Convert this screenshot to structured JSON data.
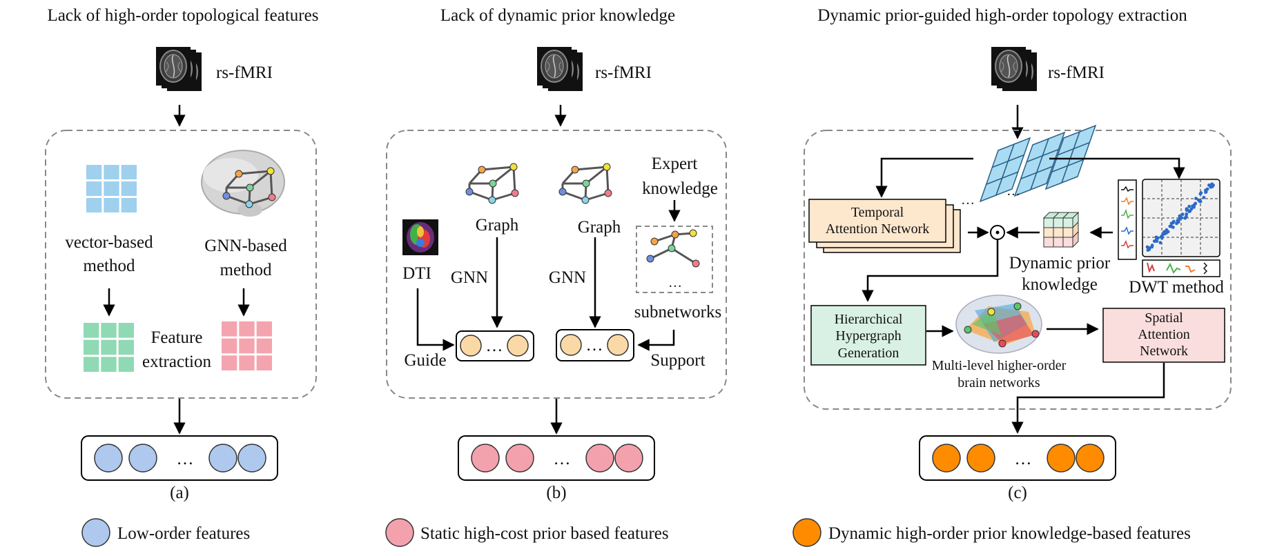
{
  "panels": {
    "a": {
      "title": "Lack of high-order topological features",
      "input_label": "rs-fMRI",
      "vector_label_1": "vector-based",
      "vector_label_2": "method",
      "gnn_label_1": "GNN-based",
      "gnn_label_2": "method",
      "feature_label_1": "Feature",
      "feature_label_2": "extraction",
      "caption": "(a)"
    },
    "b": {
      "title": "Lack of dynamic prior knowledge",
      "input_label": "rs-fMRI",
      "graph_label_left": "Graph",
      "graph_label_right": "Graph",
      "expert_label_1": "Expert",
      "expert_label_2": "knowledge",
      "dti_label": "DTI",
      "gnn_label_left": "GNN",
      "gnn_label_right": "GNN",
      "subnetworks_label": "subnetworks",
      "guide_label": "Guide",
      "support_label": "Support",
      "ellipsis": "…",
      "caption": "(b)"
    },
    "c": {
      "title": "Dynamic prior-guided high-order topology extraction",
      "input_label": "rs-fMRI",
      "temporal_label_1": "Temporal",
      "temporal_label_2": "Attention Network",
      "dynamic_prior_1": "Dynamic prior",
      "dynamic_prior_2": "knowledge",
      "dwt_label": "DWT method",
      "hier_label_1": "Hierarchical",
      "hier_label_2": "Hypergraph",
      "hier_label_3": "Generation",
      "multi_label_1": "Multi-level higher-order",
      "multi_label_2": "brain networks",
      "spatial_label_1": "Spatial",
      "spatial_label_2": "Attention",
      "spatial_label_3": "Network",
      "caption": "(c)"
    }
  },
  "legend": [
    {
      "label": "Low-order features",
      "color": "#aec8ee"
    },
    {
      "label": "Static high-cost prior based features",
      "color": "#f3a1ad"
    },
    {
      "label": "Dynamic high-order prior knowledge-based features",
      "color": "#ff8c00"
    }
  ],
  "colors": {
    "vector_matrix": "#9fd0ee",
    "feature_green": "#8fd9b4",
    "feature_pink": "#f4a4ae",
    "node_beige": "#fbd9a6",
    "temporal_box": "#fde7cd",
    "hypergraph_box": "#d8f1e4",
    "spatial_box": "#f9dedd",
    "fmri_grid": "#a9dcf3"
  },
  "ellipsis": "…"
}
